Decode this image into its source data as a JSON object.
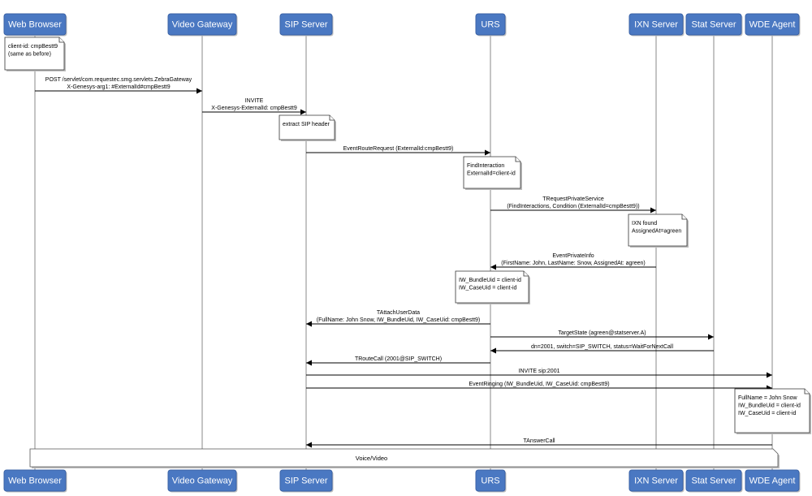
{
  "actors": [
    {
      "id": "browser",
      "label": "Web Browser"
    },
    {
      "id": "gateway",
      "label": "Video Gateway"
    },
    {
      "id": "sip",
      "label": "SIP Server"
    },
    {
      "id": "urs",
      "label": "URS"
    },
    {
      "id": "ixn",
      "label": "IXN Server"
    },
    {
      "id": "stat",
      "label": "Stat Server"
    },
    {
      "id": "wde",
      "label": "WDE Agent"
    }
  ],
  "notes": [
    {
      "id": "note-client-id",
      "lines": [
        "client-id: cmpBestt9",
        "(same as before)"
      ]
    },
    {
      "id": "note-extract-sip",
      "lines": [
        "extract SIP header"
      ]
    },
    {
      "id": "note-find-interaction",
      "lines": [
        "FindInteraction",
        "ExternalId=client-id"
      ]
    },
    {
      "id": "note-ixn-found",
      "lines": [
        "IXN found",
        "AssignedAt=agreen"
      ]
    },
    {
      "id": "note-bundle-case",
      "lines": [
        "IW_BundleUid = client-id",
        "IW_CaseUid = client-id"
      ]
    },
    {
      "id": "note-wde-data",
      "lines": [
        "FullName = John Snow",
        "IW_BundleUid = client-id",
        "IW_CaseUid = client-id"
      ]
    }
  ],
  "messages": [
    {
      "id": "msg-post",
      "from": "browser",
      "to": "gateway",
      "lines": [
        "POST /servlet/com.requestec.smg.servlets.ZebraGateway",
        "X-Genesys-arg1: #ExternalId#cmpBestt9"
      ]
    },
    {
      "id": "msg-invite",
      "from": "gateway",
      "to": "sip",
      "lines": [
        "INVITE",
        "X-Genesys-ExternalId: cmpBestt9"
      ]
    },
    {
      "id": "msg-event-route",
      "from": "sip",
      "to": "urs",
      "lines": [
        "EventRouteRequest (ExternalId:cmpBestt9)"
      ]
    },
    {
      "id": "msg-trequest-private",
      "from": "urs",
      "to": "ixn",
      "lines": [
        "TRequestPrivateService",
        "(FindInteractions, Condition (ExternalId=cmpBestt9))"
      ]
    },
    {
      "id": "msg-event-private-info",
      "from": "ixn",
      "to": "urs",
      "lines": [
        "EventPrivateInfo",
        "(FirstName: John, LastName: Snow, AssignedAt: agreen)"
      ]
    },
    {
      "id": "msg-tattach",
      "from": "urs",
      "to": "sip",
      "lines": [
        "TAttachUserData",
        "(FullName: John Snow, IW_BundleUid, IW_CaseUid: cmpBestt9)"
      ]
    },
    {
      "id": "msg-target-state",
      "from": "urs",
      "to": "stat",
      "lines": [
        "TargetState (agreen@statserver.A)"
      ]
    },
    {
      "id": "msg-dn-status",
      "from": "stat",
      "to": "urs",
      "lines": [
        "dn=2001, switch=SIP_SWITCH, status=WaitForNextCall"
      ]
    },
    {
      "id": "msg-troute-call",
      "from": "urs",
      "to": "sip",
      "lines": [
        "TRouteCall (2001@SIP_SWITCH)"
      ]
    },
    {
      "id": "msg-invite-sip",
      "from": "sip",
      "to": "wde",
      "lines": [
        "INVITE sip:2001"
      ]
    },
    {
      "id": "msg-event-ringing",
      "from": "sip",
      "to": "wde",
      "lines": [
        "EventRinging (IW_BundleUid, IW_CaseUid: cmpBestt9)"
      ]
    },
    {
      "id": "msg-tanswer-call",
      "from": "wde",
      "to": "sip",
      "lines": [
        "TAnswerCall"
      ]
    }
  ],
  "span": {
    "label": "Voice/Video",
    "from": "browser",
    "to": "wde"
  }
}
